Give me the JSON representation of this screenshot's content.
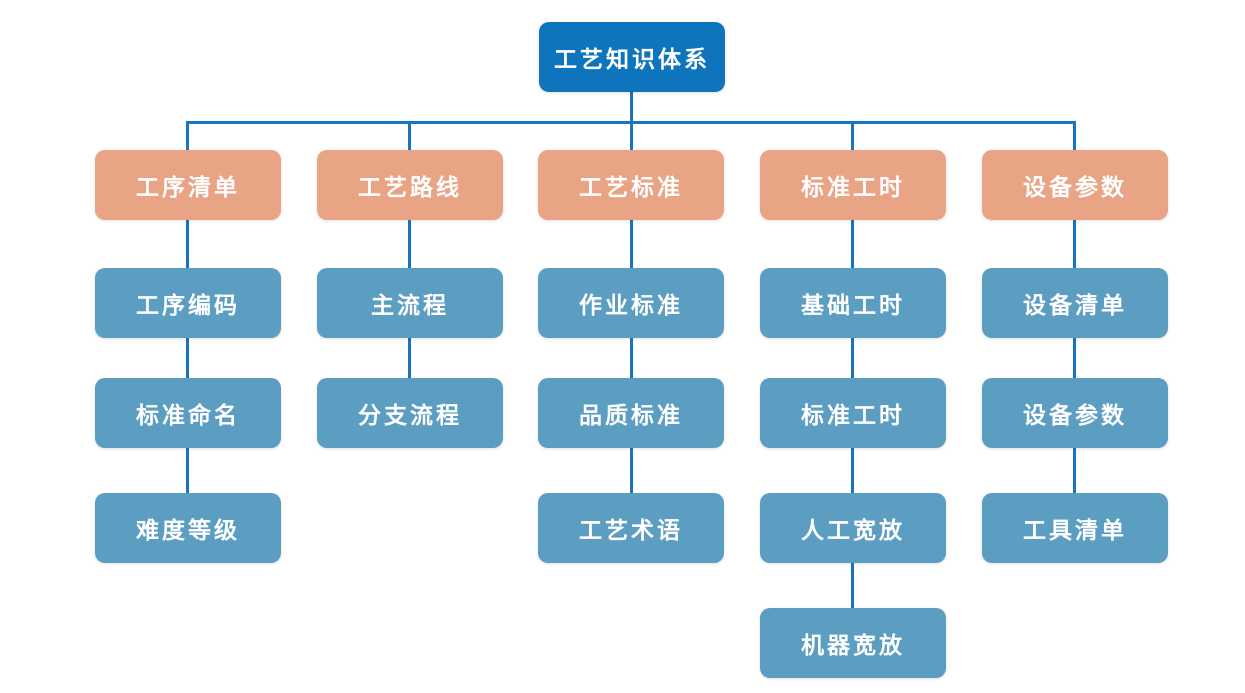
{
  "diagram": {
    "root": {
      "label": "工艺知识体系"
    },
    "columns": [
      {
        "header": {
          "label": "工序清单"
        },
        "children": [
          {
            "label": "工序编码"
          },
          {
            "label": "标准命名"
          },
          {
            "label": "难度等级"
          }
        ]
      },
      {
        "header": {
          "label": "工艺路线"
        },
        "children": [
          {
            "label": "主流程"
          },
          {
            "label": "分支流程"
          }
        ]
      },
      {
        "header": {
          "label": "工艺标准"
        },
        "children": [
          {
            "label": "作业标准"
          },
          {
            "label": "品质标准"
          },
          {
            "label": "工艺术语"
          }
        ]
      },
      {
        "header": {
          "label": "标准工时"
        },
        "children": [
          {
            "label": "基础工时"
          },
          {
            "label": "标准工时"
          },
          {
            "label": "人工宽放"
          },
          {
            "label": "机器宽放"
          }
        ]
      },
      {
        "header": {
          "label": "设备参数"
        },
        "children": [
          {
            "label": "设备清单"
          },
          {
            "label": "设备参数"
          },
          {
            "label": "工具清单"
          }
        ]
      }
    ],
    "colors": {
      "root_fill": "#0e74bb",
      "branch_fill": "#e9a385",
      "leaf_fill": "#5c9dc2",
      "connector": "#1b74be",
      "text": "#ffffff"
    }
  }
}
